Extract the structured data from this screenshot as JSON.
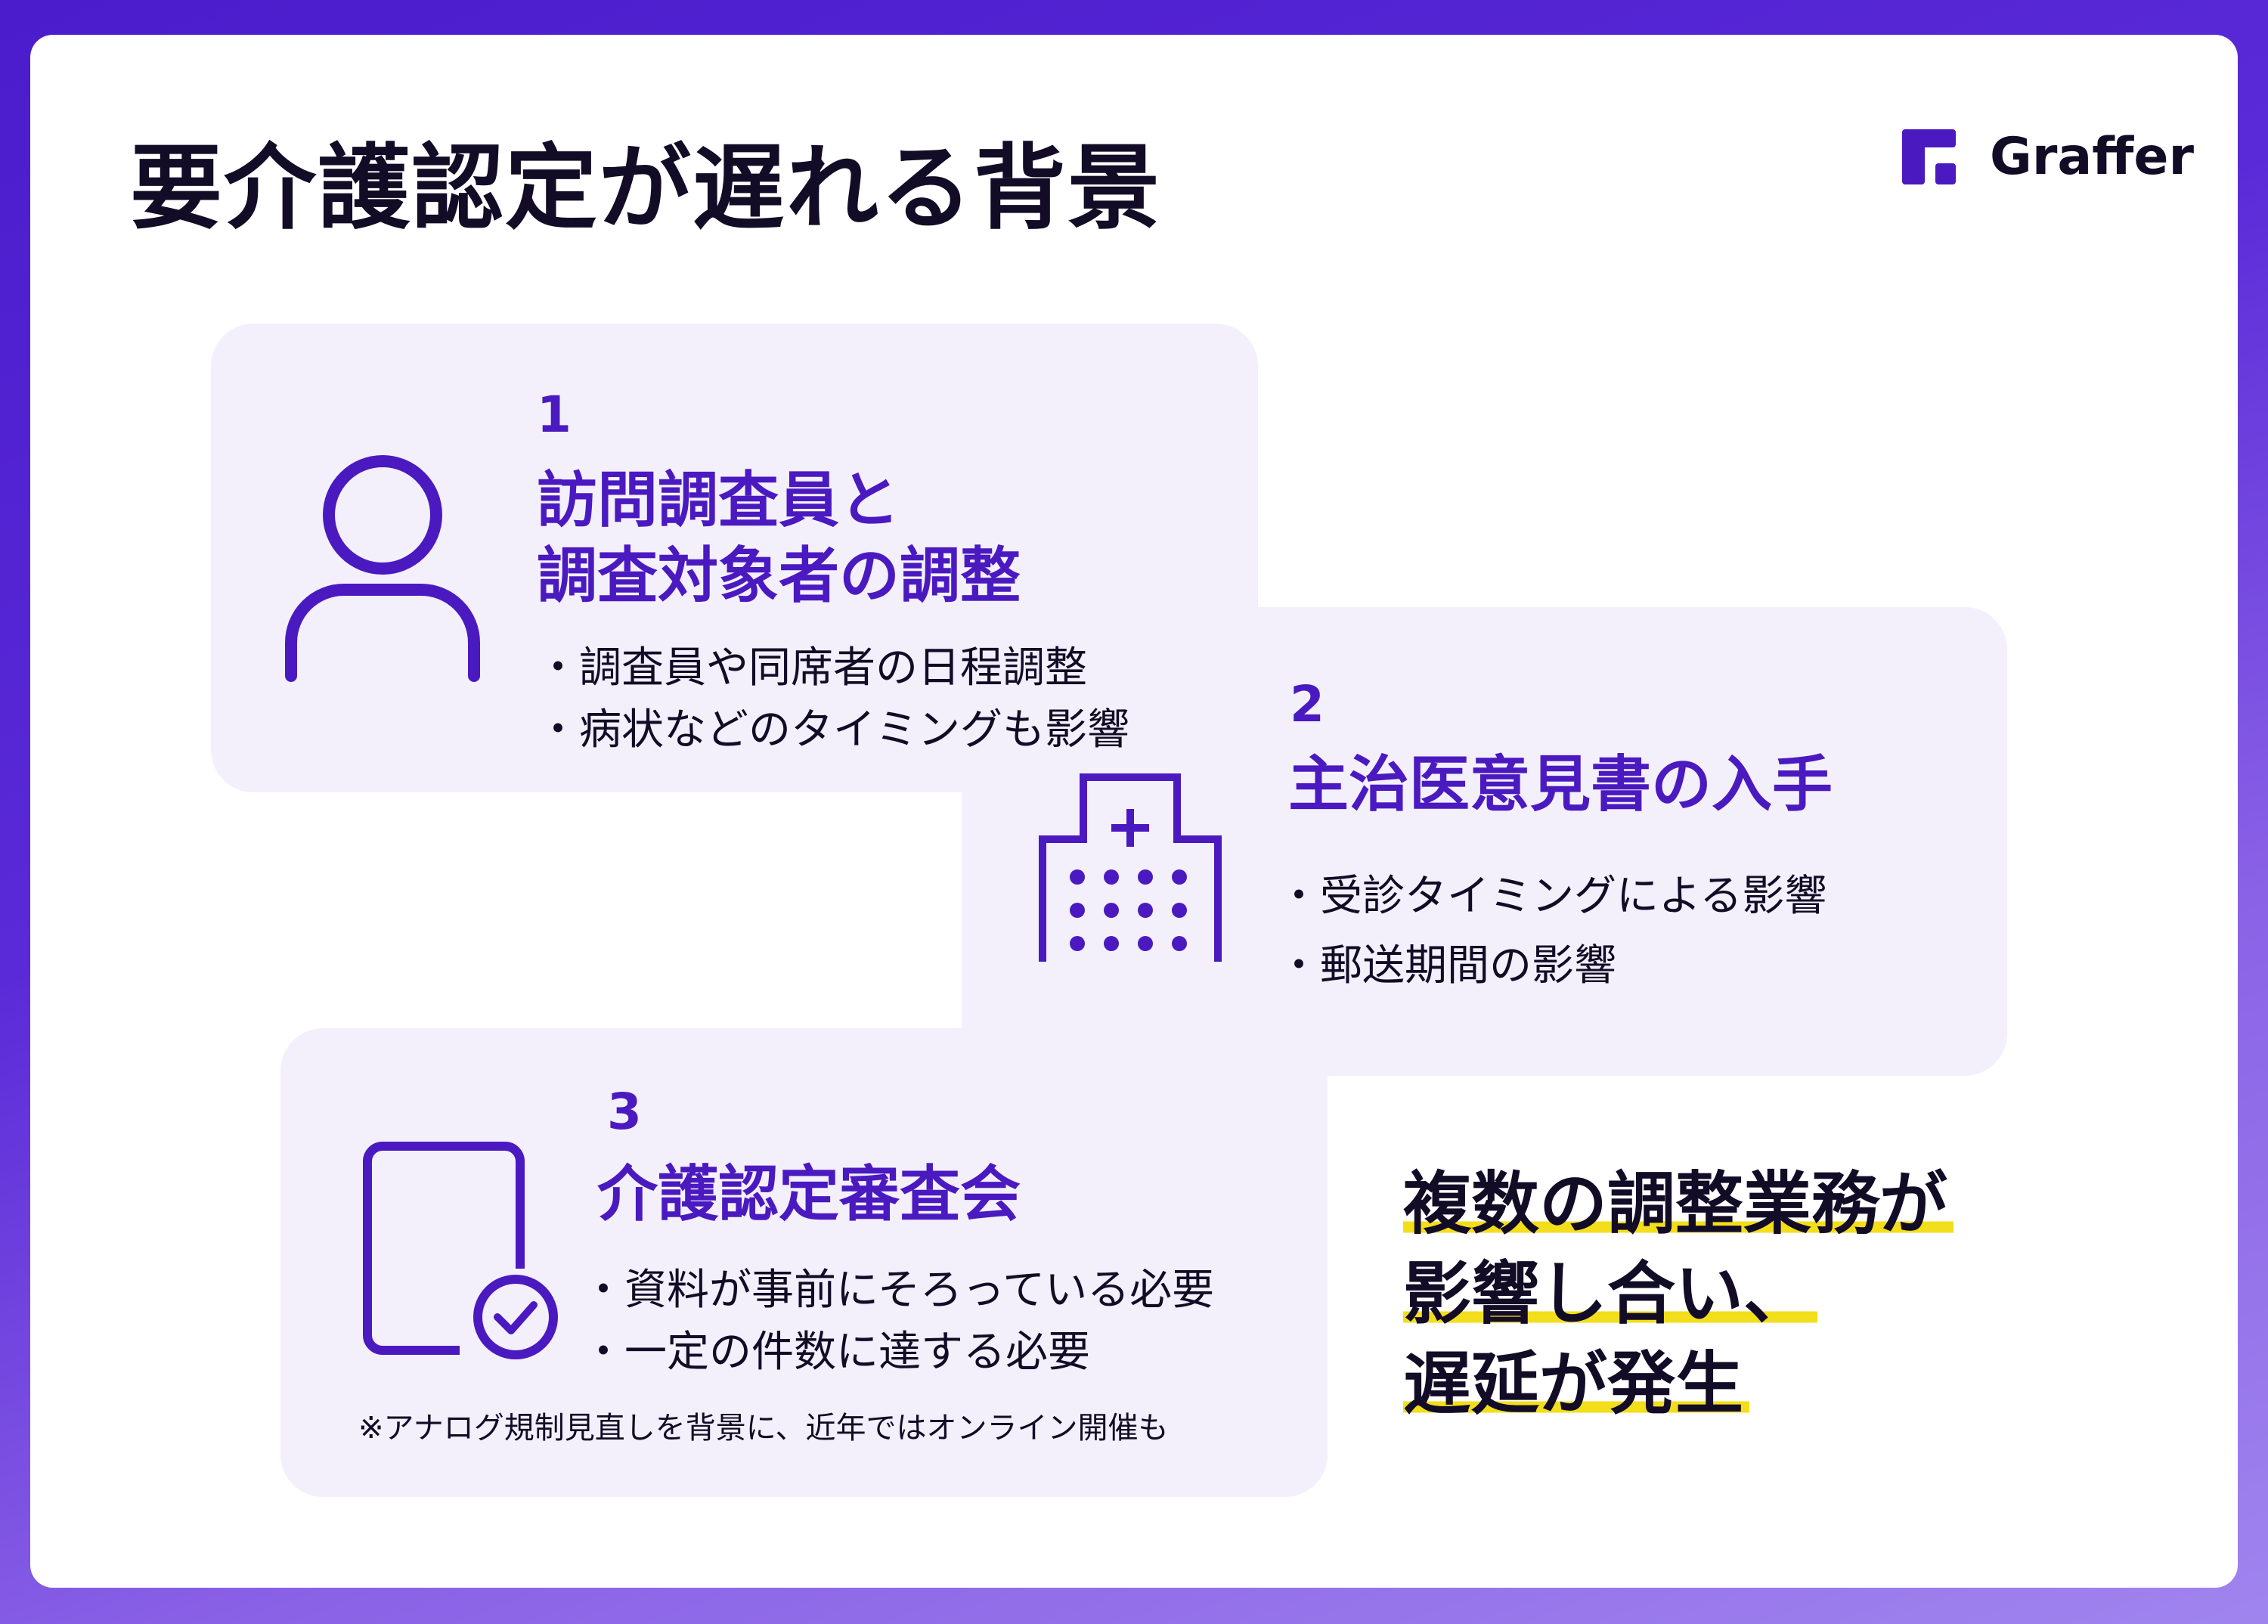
{
  "title": "要介護認定が遅れる背景",
  "logo": {
    "text": "Graffer",
    "color": "#4a1ac0"
  },
  "colors": {
    "accent": "#4a1ac0",
    "box": "#f3f0fc",
    "highlight": "#f2de1b",
    "text": "#120c26"
  },
  "items": [
    {
      "number": "1",
      "icon": "person-icon",
      "heading_lines": [
        "訪問調査員と",
        "調査対象者の調整"
      ],
      "bullets": [
        "・調査員や同席者の日程調整",
        "・病状などのタイミングも影響"
      ]
    },
    {
      "number": "2",
      "icon": "hospital-icon",
      "heading_lines": [
        "主治医意見書の入手"
      ],
      "bullets": [
        "・受診タイミングによる影響",
        "・郵送期間の影響"
      ]
    },
    {
      "number": "3",
      "icon": "document-check-icon",
      "heading_lines": [
        "介護認定審査会"
      ],
      "bullets": [
        "・資料が事前にそろっている必要",
        "・一定の件数に達する必要"
      ],
      "note": "※アナログ規制見直しを背景に、近年ではオンライン開催も"
    }
  ],
  "conclusion": [
    "複数の調整業務が",
    "影響し合い、",
    "遅延が発生"
  ]
}
